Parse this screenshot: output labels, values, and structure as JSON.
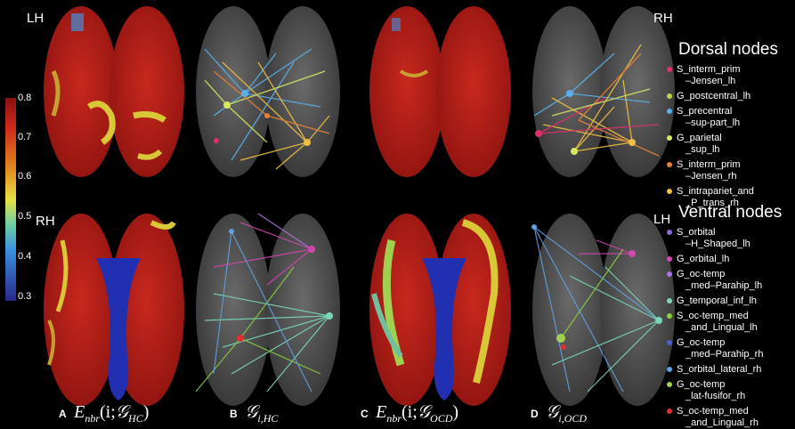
{
  "hemispheres": {
    "top_left": "LH",
    "mid_left": "RH",
    "top_right": "RH",
    "mid_right": "LH"
  },
  "colorbar": {
    "ticks": [
      "0.8",
      "0.7",
      "0.6",
      "0.5",
      "0.4",
      "0.3"
    ]
  },
  "panels": [
    {
      "letter": "A",
      "expr": "E_nbr(i; 𝒢_HC)"
    },
    {
      "letter": "B",
      "expr": "𝒢_i,HC"
    },
    {
      "letter": "C",
      "expr": "E_nbr(i; 𝒢_OCD)"
    },
    {
      "letter": "D",
      "expr": "𝒢_i,OCD"
    }
  ],
  "panel_labels_display": {
    "A_main": "E",
    "A_sub": "nbr",
    "A_args": "(i;",
    "A_g": "𝒢",
    "A_gsub": "HC",
    "A_close": ")",
    "B_g": "𝒢",
    "B_sub": "i,HC",
    "C_main": "E",
    "C_sub": "nbr",
    "C_args": "(i;",
    "C_g": "𝒢",
    "C_gsub": "OCD",
    "C_close": ")",
    "D_g": "𝒢",
    "D_sub": "i,OCD"
  },
  "legend": {
    "dorsal_title": "Dorsal nodes",
    "dorsal": [
      {
        "lines": [
          "S_interm_prim",
          "–Jensen_lh"
        ],
        "color": "#e0306a"
      },
      {
        "lines": [
          "G_postcentral_lh"
        ],
        "color": "#b8d84a"
      },
      {
        "lines": [
          "S_precentral",
          "–sup-part_lh"
        ],
        "color": "#5ab0e8"
      },
      {
        "lines": [
          "G_parietal",
          "_sup_lh"
        ],
        "color": "#d8e860"
      },
      {
        "lines": [
          "S_interm_prim",
          "–Jensen_rh"
        ],
        "color": "#e8803a"
      },
      {
        "lines": [
          "S_intrapariet_and",
          "_P_trans_rh"
        ],
        "color": "#f0c040"
      }
    ],
    "ventral_title": "Ventral nodes",
    "ventral": [
      {
        "lines": [
          "S_orbital",
          "–H_Shaped_lh"
        ],
        "color": "#8a6ad8"
      },
      {
        "lines": [
          "G_orbital_lh"
        ],
        "color": "#d048b0"
      },
      {
        "lines": [
          "G_oc-temp",
          "_med–Parahip_lh"
        ],
        "color": "#b070e0"
      },
      {
        "lines": [
          "G_temporal_inf_lh"
        ],
        "color": "#7ad8b8"
      },
      {
        "lines": [
          "S_oc-temp_med",
          "_and_Lingual_lh"
        ],
        "color": "#8ad040"
      },
      {
        "lines": [
          "G_oc-temp",
          "_med–Parahip_rh"
        ],
        "color": "#4a60d0"
      },
      {
        "lines": [
          "S_orbital_lateral_rh"
        ],
        "color": "#60a0e0"
      },
      {
        "lines": [
          "G_oc-temp",
          "_lat-fusifor_rh"
        ],
        "color": "#a0d050"
      },
      {
        "lines": [
          "S_oc-temp_med",
          "_and_Lingual_rh"
        ],
        "color": "#e03030"
      }
    ]
  },
  "colors": {
    "cortex_red": "#b8201c",
    "cortex_yellow": "#d8c838",
    "medial_blue": "#2030b0",
    "colorbar_top": "#8a1010",
    "colorbar_bottom": "#2a2a90"
  }
}
